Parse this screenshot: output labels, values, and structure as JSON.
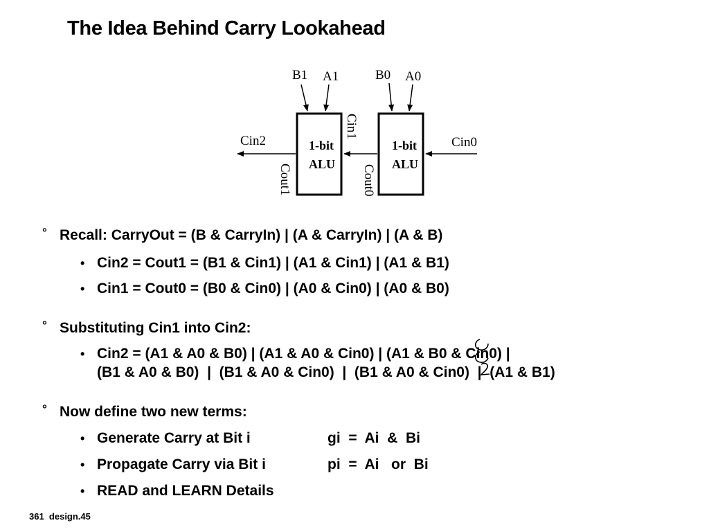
{
  "slide": {
    "title": "The Idea Behind Carry Lookahead",
    "footer": "361  design.45"
  },
  "diagram": {
    "left_alu": {
      "line1": "1-bit",
      "line2": "ALU"
    },
    "right_alu": {
      "line1": "1-bit",
      "line2": "ALU"
    },
    "labels": {
      "b1": "B1",
      "a1": "A1",
      "b0": "B0",
      "a0": "A0",
      "cin2": "Cin2",
      "cin1": "Cin1",
      "cin0": "Cin0",
      "cout1": "Cout1",
      "cout0": "Cout0"
    }
  },
  "bullets": {
    "b1": {
      "marker": "°",
      "text": "Recall: CarryOut  =  (B & CarryIn)   |   (A & CarryIn)  |  (A & B)",
      "subs": [
        "Cin2  =  Cout1  =  (B1 & Cin1)  |  (A1 & Cin1)  |   (A1 & B1)",
        "Cin1 =  Cout0  =  (B0 & Cin0)  |  (A0 & Cin0)  |  (A0 & B0)"
      ]
    },
    "b2": {
      "marker": "°",
      "text": "Substituting Cin1 into Cin2:",
      "sub_line1": "Cin2 = (A1 & A0  & B0)  |  (A1 & A0 & Cin0)  |  (A1 & B0 & Cin0)  |",
      "sub_line2": "(B1 & A0 & B0)  |  (B1 & A0 & Cin0)  |  (B1 & A0 & Cin0)  |  (A1 & B1)"
    },
    "b3": {
      "marker": "°",
      "text": "Now define two new terms:",
      "generate": {
        "label": "Generate Carry at Bit i",
        "formula": "gi  =  Ai  &  Bi"
      },
      "propagate": {
        "label": "Propagate Carry via Bit i",
        "formula": "pi  =  Ai   or  Bi"
      },
      "read": "READ and LEARN Details"
    },
    "sub_marker": "•"
  }
}
